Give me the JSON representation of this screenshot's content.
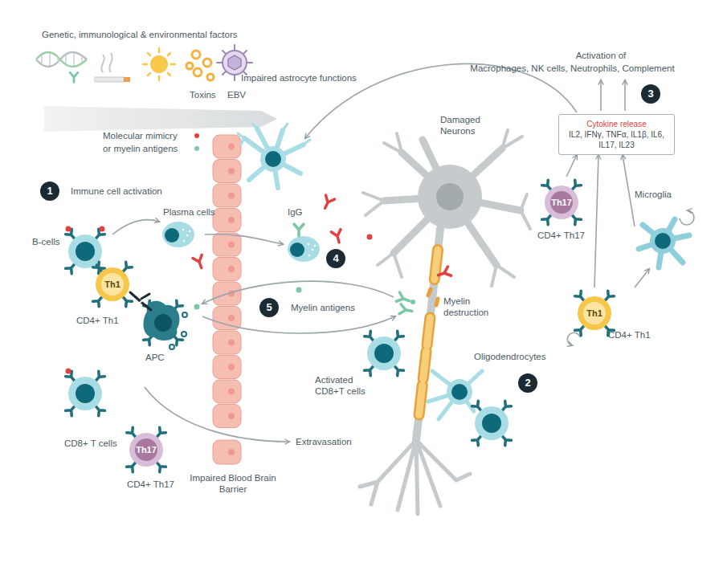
{
  "diagram": {
    "nodes": [
      {
        "text": [
          "Th1",
          "CD4+ Th1"
        ]
      },
      {
        "text": [
          "Th17",
          "CD4+ Th17"
        ]
      },
      {
        "text": [
          "Cytokine release",
          "IL2, IFNγ, TNFα, IL1β, IL6, IL17, IL23"
        ]
      },
      {
        "text": [
          "Th17",
          "CD4+ Th17"
        ]
      },
      {
        "text": [
          "Microglia"
        ]
      },
      {
        "text": [
          "Th1",
          "CD4+ Th1"
        ]
      }
    ],
    "edges": [
      {
        "from": 3,
        "to": 2,
        "arrow": "to"
      },
      {
        "from": 4,
        "to": 2,
        "arrow": "to"
      },
      {
        "from": 5,
        "to": 2,
        "arrow": "to"
      },
      {
        "from": 5,
        "to": 4,
        "arrow": "to"
      }
    ],
    "labels": [
      "Genetic, immunological & environmental factors",
      "Toxins",
      "EBV",
      "Molecular mimicry",
      "or myelin antigens",
      "Impaired astrocyte functions",
      "Damaged Neurons",
      "Activation of",
      "Macrophages, NK cells, Neutrophils, Complement",
      "3",
      "1",
      "Immune cell activation",
      "B-cells",
      "Plasma cells",
      "IgG",
      "4",
      "5",
      "Myelin antigens",
      "Myelin destruction",
      "APC",
      "Oligodendrocytes",
      "2",
      "Activated CD8+T cells",
      "CD8+ T cells",
      "Extravasation",
      "Impaired Blood Brain Barrier"
    ]
  }
}
